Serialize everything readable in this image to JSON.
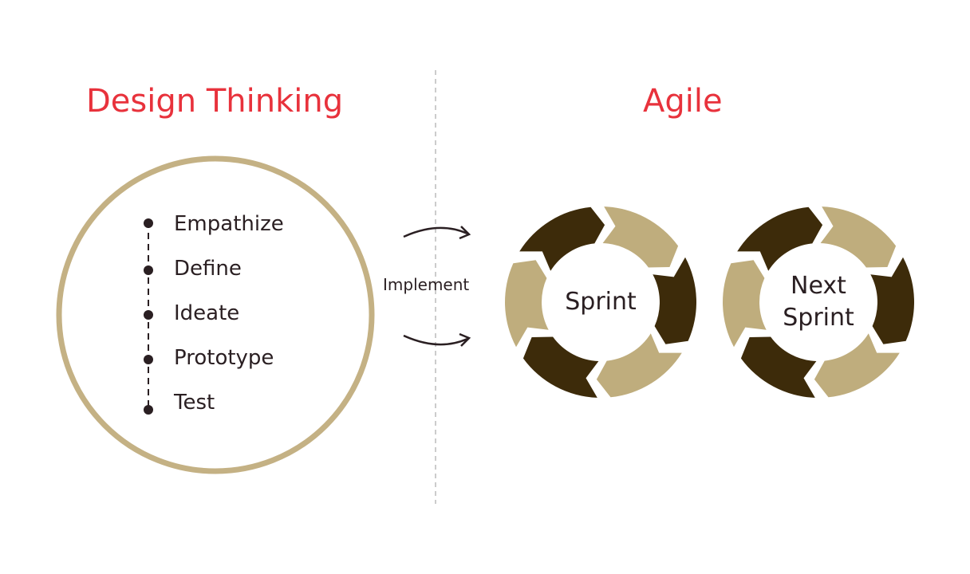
{
  "left": {
    "title": "Design Thinking",
    "steps": [
      "Empathize",
      "Define",
      "Ideate",
      "Prototype",
      "Test"
    ]
  },
  "connector": {
    "label": "Implement"
  },
  "right": {
    "title": "Agile",
    "cycles": [
      {
        "label": "Sprint"
      },
      {
        "label_line1": "Next",
        "label_line2": "Sprint"
      }
    ]
  },
  "colors": {
    "title": "#e8323c",
    "dark": "#3d2b0a",
    "tan": "#bfad7d",
    "ring": "#c4b184"
  }
}
